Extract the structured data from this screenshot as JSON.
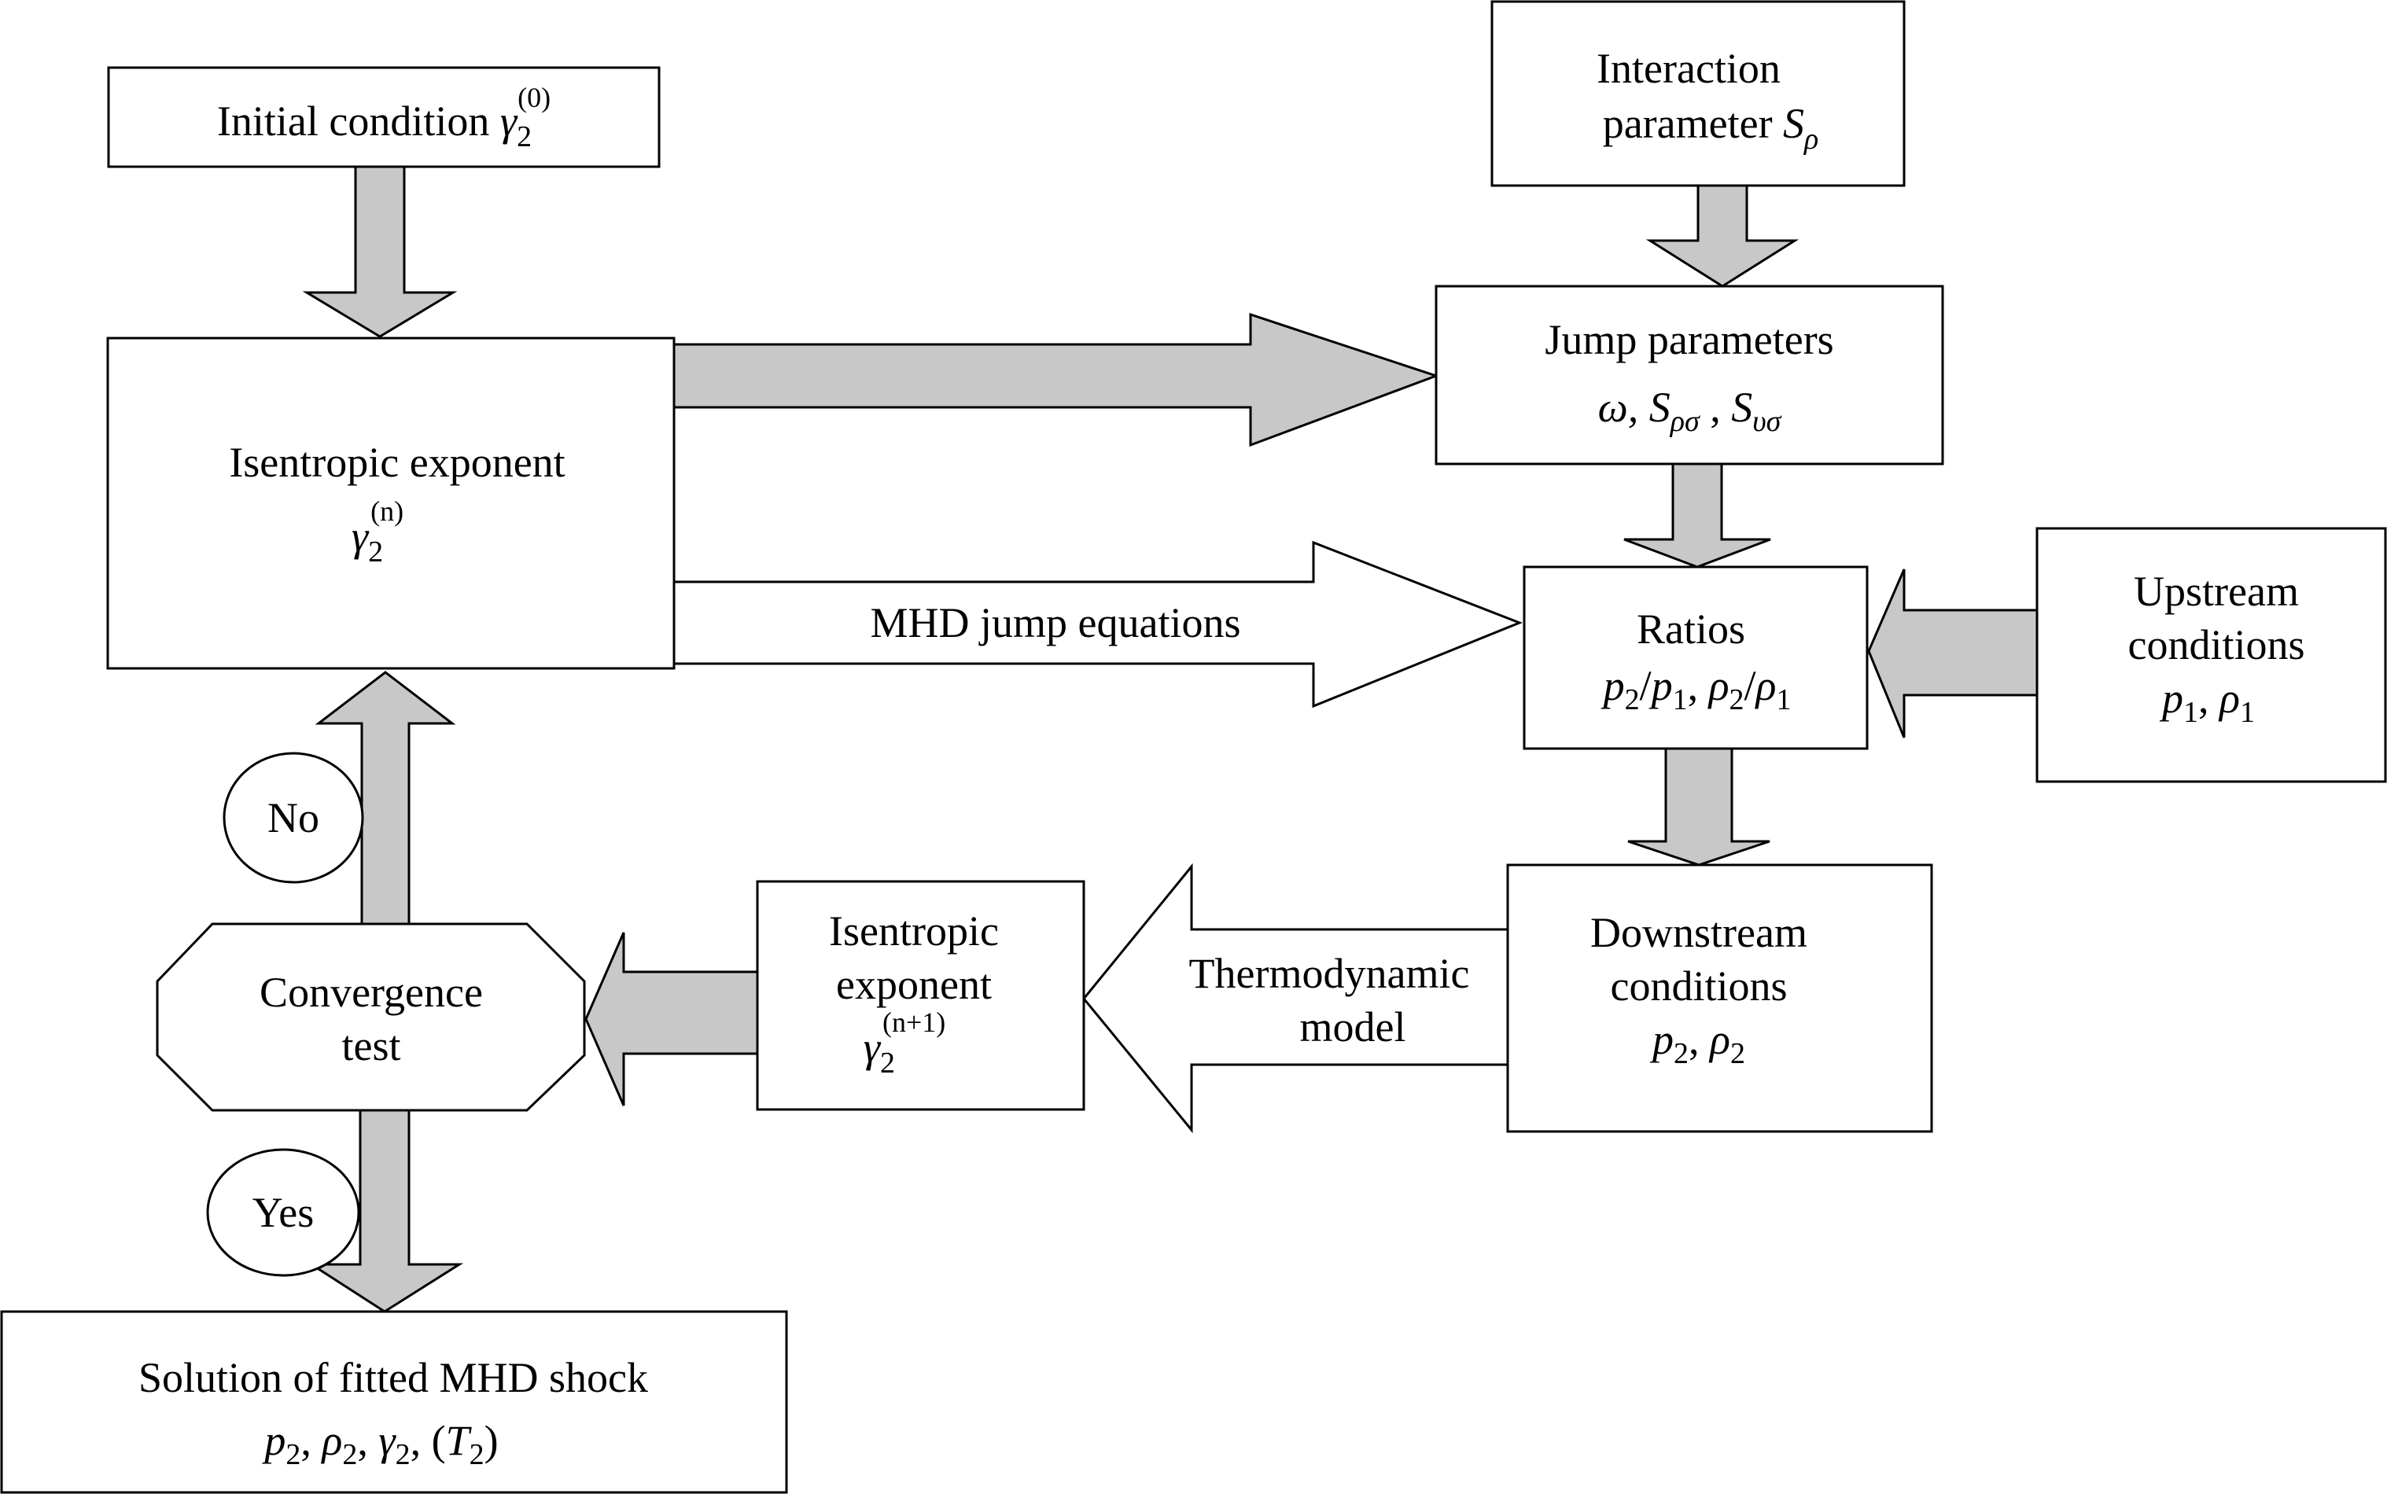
{
  "nodes": {
    "initial_condition": {
      "label": "Initial condition",
      "symbol": "γ",
      "sub": "2",
      "sup": "(0)"
    },
    "interaction_parameter": {
      "line1": "Interaction",
      "line2": "parameter",
      "symbol": "S",
      "sub": "ρ"
    },
    "jump_parameters": {
      "label": "Jump parameters",
      "math": {
        "omega": "ω,",
        "s1": "S",
        "s1_sub": "ρσ",
        "comma": " ,",
        "s2": "S",
        "s2_sub": "υσ"
      }
    },
    "isentropic_exponent_n": {
      "label": "Isentropic exponent",
      "symbol": "γ",
      "sub": "2",
      "sup": "(n)"
    },
    "ratios": {
      "label": "Ratios",
      "math": {
        "p2": "p",
        "p2_sub": "2",
        "slash1": "/",
        "p1": "p",
        "p1_sub": "1",
        "comma": ",",
        "r2": "ρ",
        "r2_sub": "2",
        "slash2": "/",
        "r1": "ρ",
        "r1_sub": "1"
      }
    },
    "upstream_conditions": {
      "line1": "Upstream",
      "line2": "conditions",
      "math": {
        "p": "p",
        "p_sub": "1",
        "comma": ",",
        "r": "ρ",
        "r_sub": "1"
      }
    },
    "downstream_conditions": {
      "line1": "Downstream",
      "line2": "conditions",
      "math": {
        "p": "p",
        "p_sub": "2",
        "comma": ",",
        "r": "ρ",
        "r_sub": "2"
      }
    },
    "isentropic_exponent_n1": {
      "line1": "Isentropic",
      "line2": "exponent",
      "symbol": "γ",
      "sub": "2",
      "sup": "(n+1)"
    },
    "convergence_test": {
      "line1": "Convergence",
      "line2": "test"
    },
    "solution": {
      "label": "Solution of fitted MHD shock",
      "math": {
        "p": "p",
        "p_sub": "2",
        "c1": ",",
        "r": "ρ",
        "r_sub": "2",
        "c2": ",",
        "g": "γ",
        "g_sub": "2",
        "c3": ",",
        "open": "(",
        "t": "T",
        "t_sub": "2",
        "close": ")"
      }
    }
  },
  "edges": {
    "mhd_jump_equations": "MHD jump equations",
    "thermodynamic_model_line1": "Thermodynamic",
    "thermodynamic_model_line2": "model",
    "no_label": "No",
    "yes_label": "Yes"
  },
  "colors": {
    "arrow_fill": "#c8c8c8",
    "outline": "#000000",
    "background": "#ffffff"
  }
}
